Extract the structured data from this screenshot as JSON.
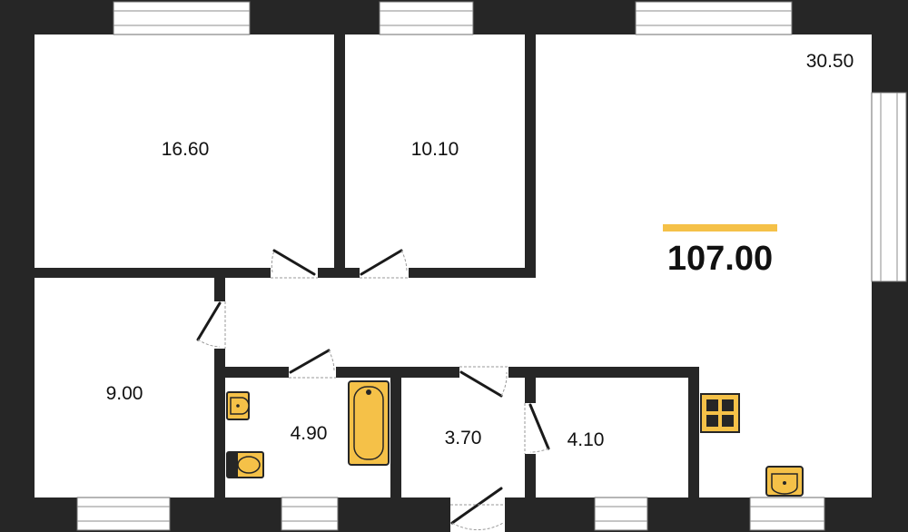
{
  "plan": {
    "rooms": [
      {
        "id": "bedroom-large",
        "area": "16.60"
      },
      {
        "id": "bedroom-small",
        "area": "10.10"
      },
      {
        "id": "living-kitchen",
        "area": "30.50"
      },
      {
        "id": "bedroom-west",
        "area": "9.00"
      },
      {
        "id": "bathroom",
        "area": "4.90"
      },
      {
        "id": "toilet",
        "area": "3.70"
      },
      {
        "id": "storage",
        "area": "4.10"
      }
    ],
    "total_area": "107.00",
    "accent_color": "#f5c148",
    "wall_color": "#262626",
    "fixtures": [
      "bathtub",
      "washbasin",
      "toilet",
      "cooktop",
      "kitchen-sink"
    ]
  }
}
